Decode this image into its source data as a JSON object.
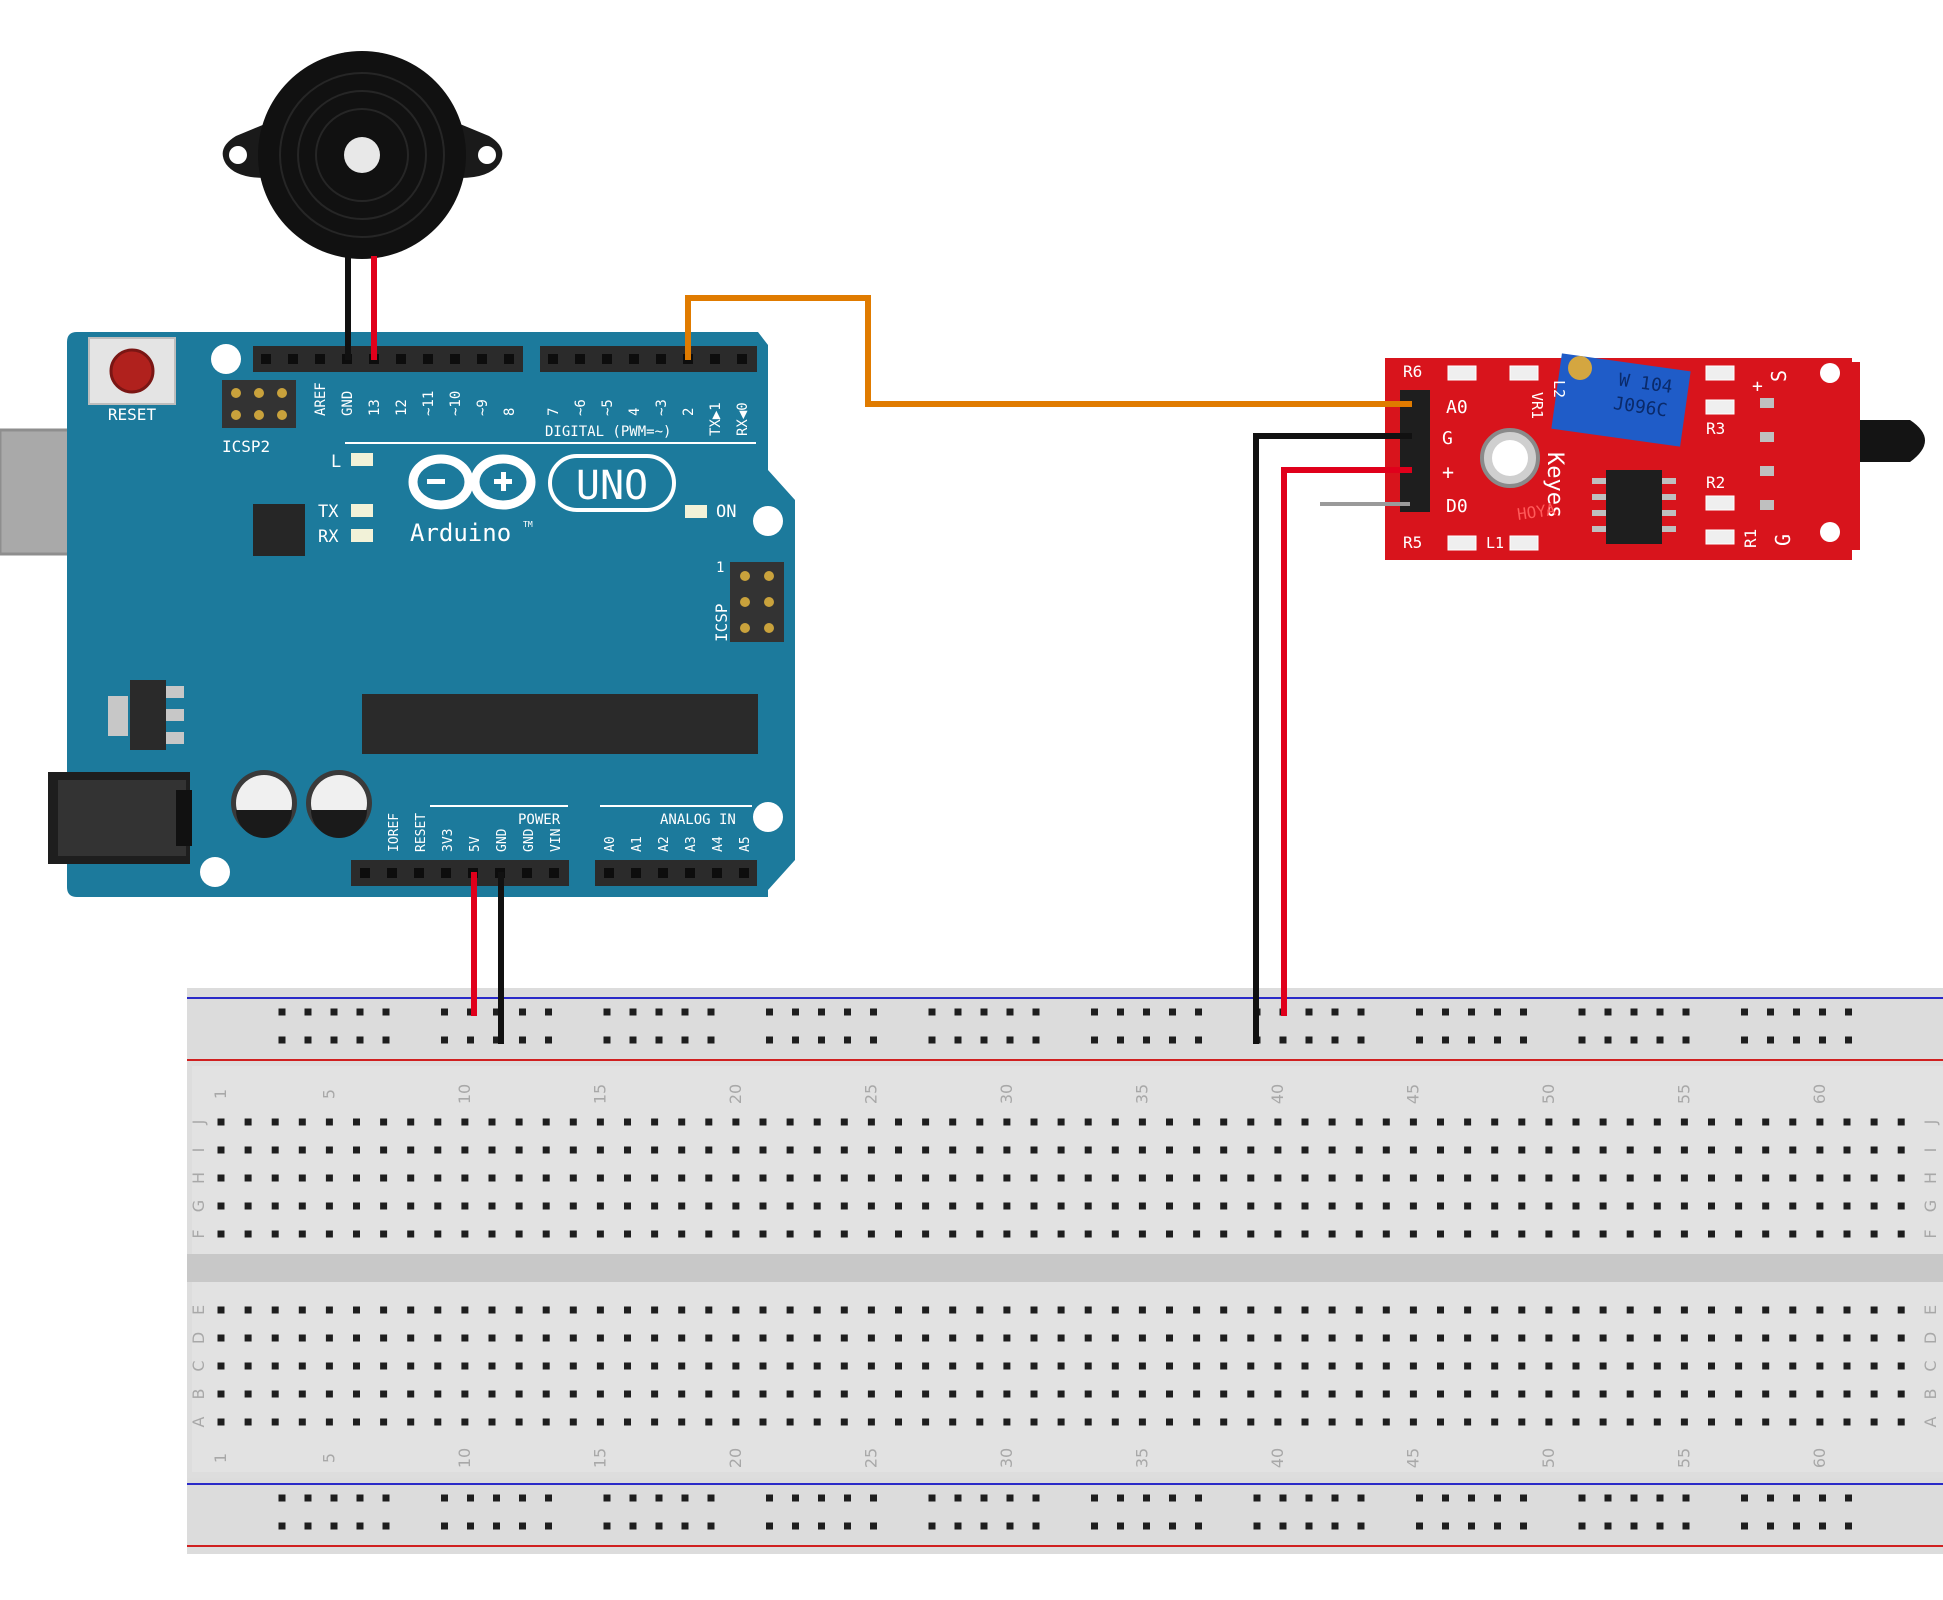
{
  "arduino": {
    "reset_label": "RESET",
    "icsp2_label": "ICSP2",
    "icsp_label": "ICSP",
    "icsp_pin1": "1",
    "brand": "Arduino",
    "tm": "TM",
    "model": "UNO",
    "led_l": "L",
    "led_tx": "TX",
    "led_rx": "RX",
    "led_on": "ON",
    "digital_label": "DIGITAL (PWM=~)",
    "power_label": "POWER",
    "analog_label": "ANALOG IN",
    "digital_pins_left": [
      "AREF",
      "GND",
      "13",
      "12",
      "~11",
      "~10",
      "~9",
      "8"
    ],
    "digital_pins_right": [
      "7",
      "~6",
      "~5",
      "4",
      "~3",
      "2",
      "TX▶1",
      "RX◀0"
    ],
    "power_pins": [
      "IOREF",
      "RESET",
      "3V3",
      "5V",
      "GND",
      "GND",
      "VIN"
    ],
    "analog_pins": [
      "A0",
      "A1",
      "A2",
      "A3",
      "A4",
      "A5"
    ]
  },
  "sensor": {
    "brand": "Keyes",
    "pin_labels": [
      "A0",
      "G",
      "+",
      "D0"
    ],
    "right_labels": [
      "S",
      "+",
      "G"
    ],
    "component_labels": [
      "R6",
      "R3",
      "R2",
      "R1",
      "R5",
      "VR1",
      "L1",
      "L2"
    ],
    "pot_text": [
      "W 104",
      "J096C"
    ],
    "hoya": "HOYA"
  },
  "breadboard": {
    "row_letters_top": [
      "J",
      "I",
      "H",
      "G",
      "F"
    ],
    "row_letters_bottom": [
      "E",
      "D",
      "C",
      "B",
      "A"
    ],
    "column_numbers": [
      "1",
      "5",
      "10",
      "15",
      "20",
      "25",
      "30",
      "35",
      "40",
      "45",
      "50",
      "55",
      "60"
    ]
  },
  "colors": {
    "arduino_board": "#1c7a9c",
    "sensor_board": "#d8141c",
    "wire_red": "#e0001b",
    "wire_black": "#111111",
    "wire_orange": "#e07b00",
    "breadboard": "#dcdcdc"
  }
}
